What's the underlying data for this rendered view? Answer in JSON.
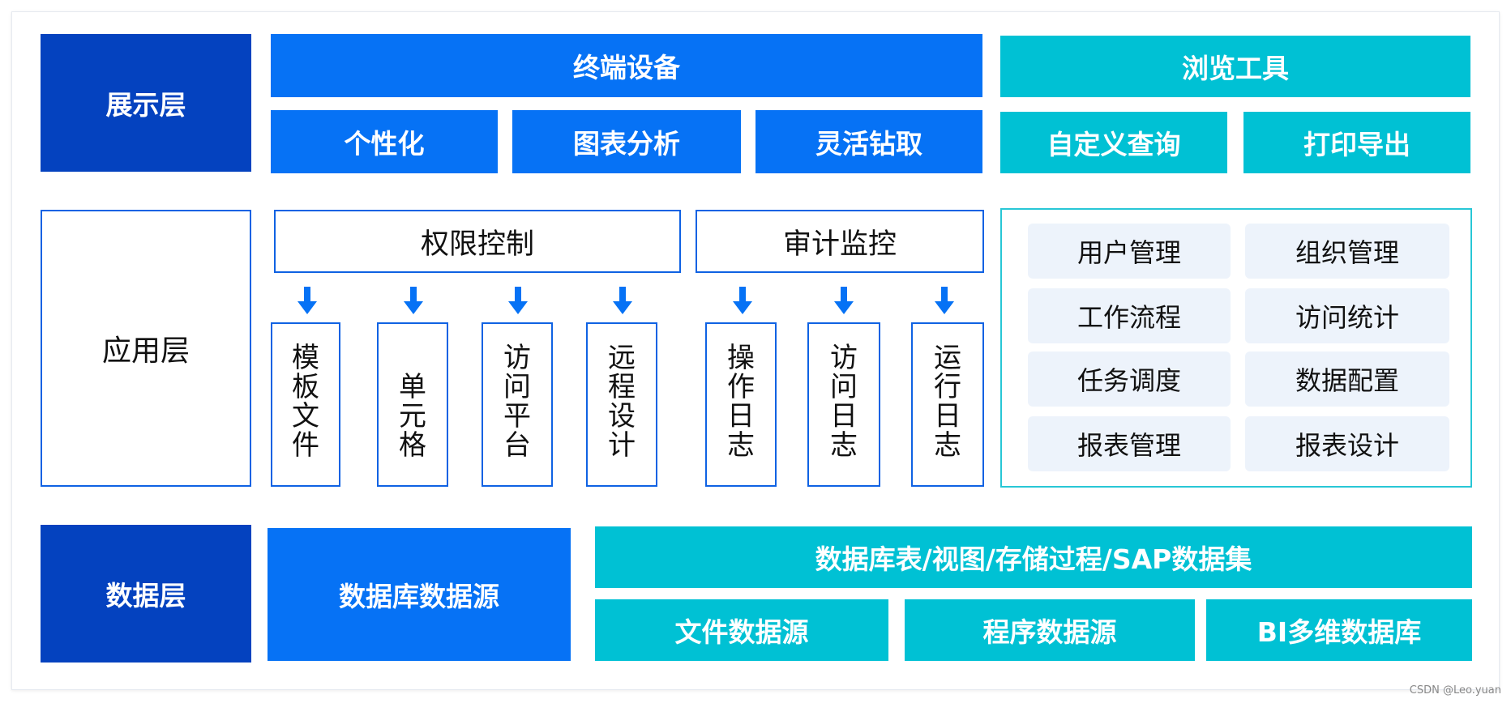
{
  "presentation": {
    "layer": "展示层",
    "terminal": "终端设备",
    "browse": "浏览工具",
    "items": [
      "个性化",
      "图表分析",
      "灵活钻取"
    ],
    "tools": [
      "自定义查询",
      "打印导出"
    ]
  },
  "application": {
    "layer": "应用层",
    "permission": "权限控制",
    "audit": "审计监控",
    "permission_items": [
      "模板文件",
      "单元格",
      "访问平台",
      "远程设计"
    ],
    "audit_items": [
      "操作日志",
      "访问日志",
      "运行日志"
    ],
    "management": [
      "用户管理",
      "组织管理",
      "工作流程",
      "访问统计",
      "任务调度",
      "数据配置",
      "报表管理",
      "报表设计"
    ]
  },
  "data": {
    "layer": "数据层",
    "db_source": "数据库数据源",
    "db_objects": "数据库表/视图/存储过程/SAP数据集",
    "sources": [
      "文件数据源",
      "程序数据源",
      "BI多维数据库"
    ]
  },
  "watermark": "CSDN @Leo.yuan",
  "colors": {
    "dark_blue": "#0442bf",
    "blue": "#0672f5",
    "cyan": "#00c1d4",
    "outline_blue": "#0f62e3",
    "light_gray": "#edf3fb"
  }
}
